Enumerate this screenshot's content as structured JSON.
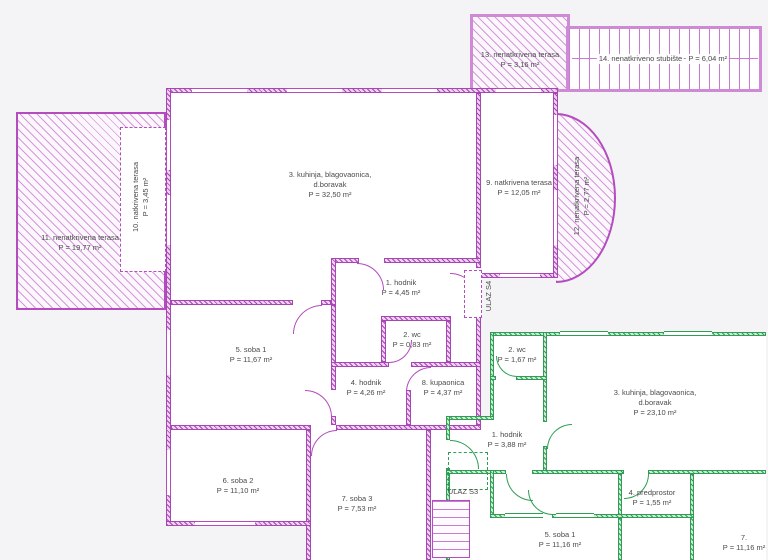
{
  "colors": {
    "wall_purple": "#b44bbf",
    "wall_green": "#2f9e54",
    "text": "#4a4a4a",
    "background": "#f4f3f5",
    "room_fill": "#ffffff"
  },
  "plan": {
    "apartment_s4": {
      "entrance": "ULAZ S4",
      "rooms": {
        "hodnik1": {
          "name": "1. hodnik",
          "area": "P = 4,45 m²"
        },
        "wc": {
          "name": "2. wc",
          "area": "P = 0,83 m²"
        },
        "kuhinja": {
          "name": "3. kuhinja, blagovaonica,",
          "name2": "d.boravak",
          "area": "P = 32,50 m²"
        },
        "hodnik4": {
          "name": "4. hodnik",
          "area": "P = 4,26 m²"
        },
        "soba1": {
          "name": "5. soba 1",
          "area": "P = 11,67 m²"
        },
        "soba2": {
          "name": "6. soba 2",
          "area": "P = 11,10 m²"
        },
        "soba3": {
          "name": "7. soba 3",
          "area": "P = 7,53 m²"
        },
        "kupaonica": {
          "name": "8. kupaonica",
          "area": "P = 4,37 m²"
        },
        "terasa9": {
          "name": "9. natkrivena terasa",
          "area": "P = 12,05 m²"
        },
        "terasa10": {
          "name": "10. natkrivena terasa",
          "area": "P = 3,45 m²"
        },
        "terasa11": {
          "name": "11. nenatkrivena terasa",
          "area": "P = 19,77 m²"
        },
        "terasa12": {
          "name": "12. nenatkrivena terasa",
          "area": "P = 2,77 m²"
        },
        "terasa13": {
          "name": "13. nenatkrivena terasa",
          "area": "P = 3,16 m²"
        },
        "stubiste14": {
          "name": "14. nenatkriveno stubište",
          "area": "P = 6,04 m²"
        }
      }
    },
    "apartment_s3": {
      "entrance": "ULAZ S3",
      "rooms": {
        "hodnik1": {
          "name": "1. hodnik",
          "area": "P = 3,88 m²"
        },
        "wc": {
          "name": "2. wc",
          "area": "P = 1,67 m²"
        },
        "kuhinja": {
          "name": "3. kuhinja, blagovaonica,",
          "name2": "d.boravak",
          "area": "P = 23,10 m²"
        },
        "predprostor": {
          "name": "4. predprostor",
          "area": "P = 1,55 m²"
        },
        "soba1": {
          "name": "5. soba 1",
          "area": "P = 11,16 m²"
        },
        "soba7": {
          "name": "7.",
          "area": "P = 11,16 m²"
        }
      }
    }
  }
}
